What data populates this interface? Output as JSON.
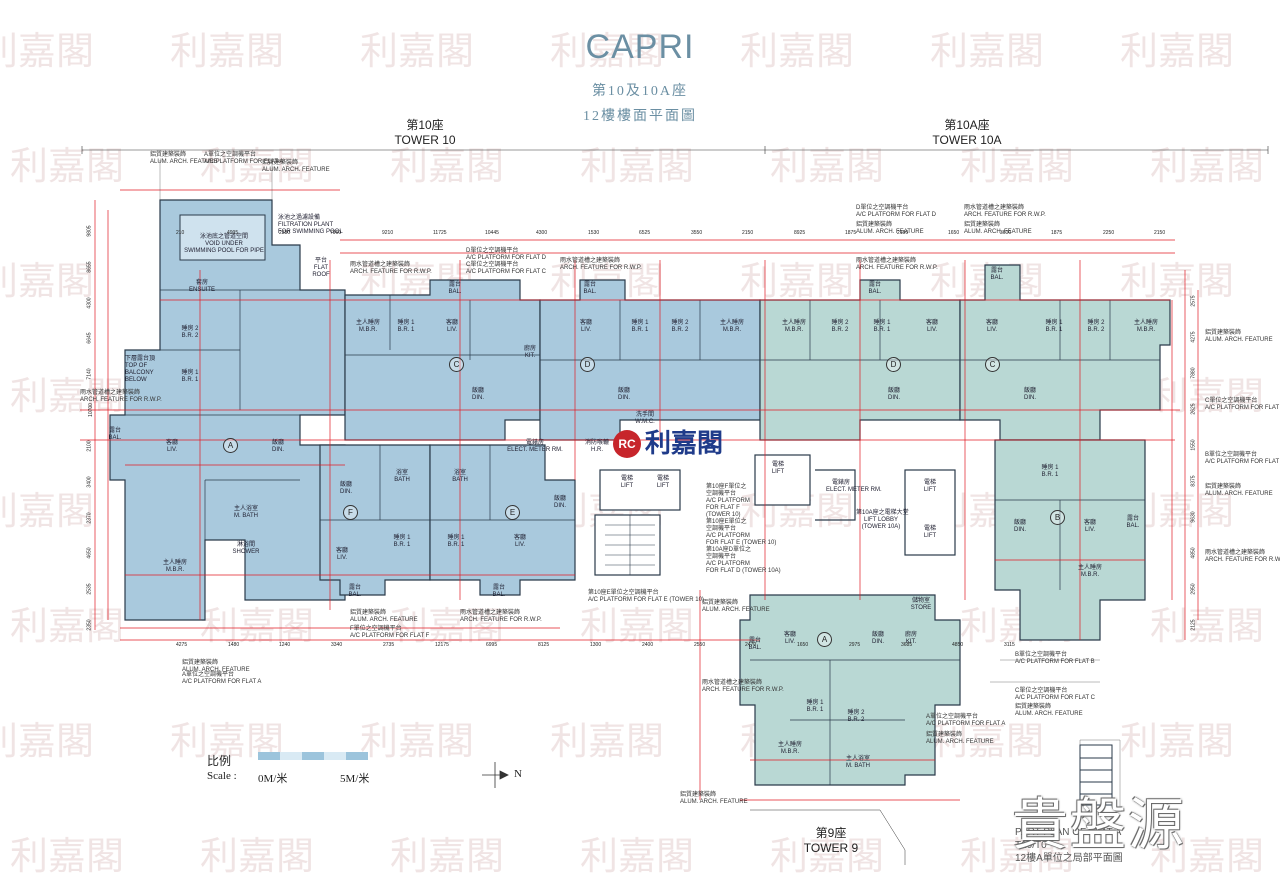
{
  "header": {
    "title": "CAPRI",
    "subtitle_1": "第10及10A座",
    "subtitle_2": "12樓樓面平面圖"
  },
  "towers": {
    "t10_cn": "第10座",
    "t10_en": "TOWER 10",
    "t10a_cn": "第10A座",
    "t10a_en": "TOWER 10A",
    "t9_cn": "第9座",
    "t9_en": "TOWER 9"
  },
  "flats": [
    "A",
    "C",
    "D",
    "D",
    "C",
    "E",
    "F",
    "B",
    "A"
  ],
  "rooms": {
    "living": "客廳\nLIV.",
    "dining": "飯廳\nDIN.",
    "kitchen": "廚房\nKIT.",
    "master": "主人睡房\nM.B.R.",
    "br1": "睡房 1\nB.R. 1",
    "br2": "睡房 2\nB.R. 2",
    "bath": "浴室\nBATH",
    "mbath": "主人浴室\nM. BATH",
    "balcony": "露台\nBAL.",
    "store": "儲物室\nSTORE",
    "lift": "電梯\nLIFT",
    "lift_lobby": "第10A座之電梯大堂\nLIFT LOBBY\n(TOWER 10A)",
    "meter": "電錶房\nELECT. METER RM.",
    "hr": "消防喉轆\nH.R.",
    "pool": "泳池之過濾設備\nFILTRATION PLANT\nFOR SWIMMING POOL",
    "void": "泳池底之管道空間\nVOID UNDER\nSWIMMING POOL FOR PIPE",
    "top_balcony": "下層露台頂\nTOP OF\nBALCONY\nBELOW",
    "ensuite": "套房\nENSUITE",
    "flat_roof": "平台\nFLAT\nROOF",
    "shower": "淋浴間\nSHOWER",
    "wmc": "洗手間\nW.M.C."
  },
  "annotations": {
    "arch_feature": "鋁質建築裝飾\nALUM. ARCH. FEATURE",
    "rwp_feature": "雨水管道槽之建築裝飾\nARCH. FEATURE FOR R.W.P.",
    "ac_flat_a": "A單位之空調機平台\nA/C PLATFORM FOR FLAT A",
    "ac_flat_b": "B單位之空調機平台\nA/C PLATFORM FOR FLAT B",
    "ac_flat_c": "C單位之空調機平台\nA/C PLATFORM FOR FLAT C",
    "ac_flat_d": "D單位之空調機平台\nA/C PLATFORM FOR FLAT D",
    "ac_flat_e": "第10座E單位之空調機平台\nA/C PLATFORM FOR FLAT E (TOWER 10)",
    "ac_flat_f": "F單位之空調機平台\nA/C PLATFORM FOR FLAT F",
    "ac_multi": "第10座F單位之\n空調機平台\nA/C PLATFORM\nFOR FLAT F\n(TOWER 10)\n第10座E單位之\n空調機平台\nA/C PLATFORM\nFOR FLAT E (TOWER 10)\n第10A座D單位之\n空調機平台\nA/C PLATFORM\nFOR FLAT D (TOWER 10A)"
  },
  "dimensions": {
    "top": [
      "210",
      "4995",
      "2380",
      "7960",
      "9210",
      "11725",
      "10445",
      "4300",
      "1530",
      "6525",
      "3550",
      "2150",
      "8925",
      "1875",
      "2150",
      "1650",
      "3600",
      "1875",
      "2250",
      "2150"
    ],
    "bottom": [
      "4275",
      "1480",
      "1240",
      "3340",
      "2735",
      "12175",
      "6995",
      "8125",
      "1300",
      "2400",
      "2550",
      "2470",
      "1650",
      "2975",
      "3685",
      "4850",
      "3115"
    ],
    "left": [
      "9805",
      "8655",
      "4300",
      "6645",
      "7140",
      "10700",
      "2100",
      "3400",
      "2370",
      "4650",
      "2535",
      "2350"
    ],
    "right": [
      "2575",
      "4275",
      "7880",
      "2625",
      "1550",
      "8375",
      "9630",
      "4850",
      "2950",
      "2125"
    ]
  },
  "legend": {
    "label_cn": "比例",
    "scale_label": "Scale :",
    "start": "0M/米",
    "end": "5M/米",
    "north": "N"
  },
  "brand": {
    "logo_cn": "利嘉閣",
    "logo_mark": "RC",
    "corner_mark": "貴盤源"
  },
  "footer": {
    "part_plan_en": "PART PLAN OF FLAT A T10/T0",
    "part_plan_cn": "12樓A單位之局部平面圖"
  },
  "colors": {
    "plan_fill": "#a9c9dd",
    "plan_fill_alt": "#b9d8d4",
    "dimension_red": "#e01b24",
    "title_blue": "#6b8fa3",
    "scale_blue": "#9cc4dc"
  }
}
